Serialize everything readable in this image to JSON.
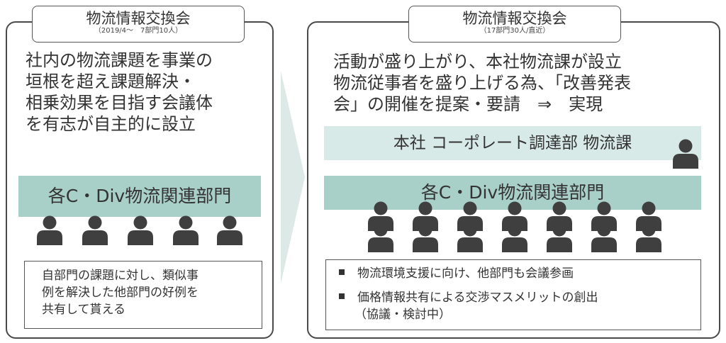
{
  "left": {
    "title": "物流情報交換会",
    "subtitle": "（2019/4～　7部門10人）",
    "description": [
      "社内の物流課題を事業の",
      "垣根を超え課題解決・",
      "相乗効果を目指す会議体",
      "を有志が自主的に設立"
    ],
    "band_label": "各C・Div物流関連部門",
    "note": [
      "自部門の課題に対し、類似事",
      "例を解決した他部門の好例を",
      "共有して貰える"
    ]
  },
  "right": {
    "title": "物流情報交換会",
    "subtitle": "（17部門30人/直近）",
    "description": [
      "活動が盛り上がり、本社物流課が設立",
      "物流従事者を盛り上げる為、「改善発表",
      "会」の開催を提案・要請　⇒　実現"
    ],
    "hq_label": "本社 コーポレート調達部 物流課",
    "band_label": "各C・Div物流関連部門",
    "bullets": [
      "物流環境支援に向け、他部門も会議参画",
      "価格情報共有による交渉マスメリットの創出",
      "（協議・検討中）"
    ]
  },
  "colors": {
    "band_teal": "#a8cfc8",
    "band_light": "#d8eae7",
    "arrow": "#dde9e7",
    "person": "#3f3f3f"
  },
  "icons": [
    "person-icon",
    "arrow-right-icon"
  ]
}
